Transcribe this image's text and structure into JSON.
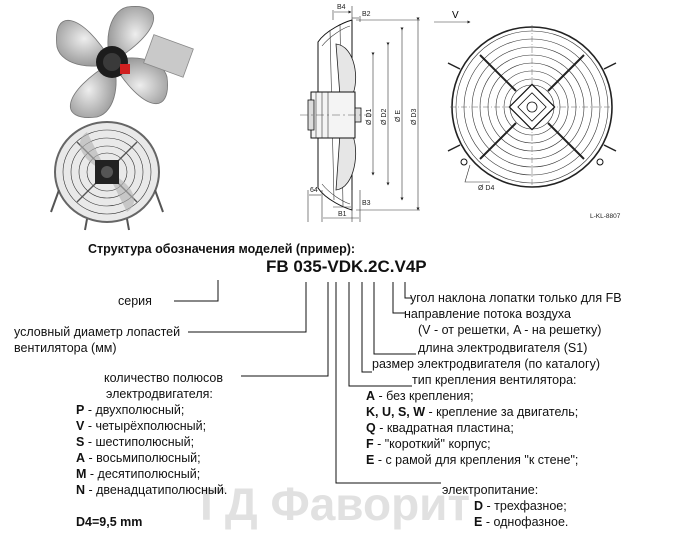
{
  "drawing": {
    "dims": {
      "b4": "B4",
      "b2": "B2",
      "v": "V",
      "d1": "Ø D1",
      "d2": "Ø D2",
      "e": "Ø E",
      "d3": "Ø D3",
      "h64": "64",
      "b3": "B3",
      "b1": "B1",
      "d4": "Ø D4"
    },
    "drawing_code": "L-KL-8807"
  },
  "legend": {
    "heading": "Структура обозначения моделей (пример):",
    "model_code": "FB 035-VDK.2C.V4P",
    "watermark": "ГД Фаворит",
    "d4_note": "D4=9,5 mm",
    "left": {
      "series": "серия",
      "diameter_1": "условный диаметр лопастей",
      "diameter_2": "вентилятора (мм)",
      "poles_1": "количество полюсов",
      "poles_2": "электродвигателя:",
      "pole_items": [
        {
          "key": "P",
          "text": " - двухполюсный;"
        },
        {
          "key": "V",
          "text": " - четырёхполюсный;"
        },
        {
          "key": "S",
          "text": " - шестиполюсный;"
        },
        {
          "key": "A",
          "text": " - восьмиполюсный;"
        },
        {
          "key": "M",
          "text": " - десятиполюсный;"
        },
        {
          "key": "N",
          "text": " - двенадцатиполюсный."
        }
      ]
    },
    "right": {
      "blade_angle": "угол наклона лопатки только для FB",
      "airflow_1": "направление потока воздуха",
      "airflow_2": "(V - от решетки,  A - на решетку)",
      "motor_length": "длина электродвигателя (S1)",
      "motor_size": "размер электродвигателя (по каталогу)",
      "mount_type": "тип крепления вентилятора:",
      "mount_items": [
        {
          "key": "A",
          "text": " - без крепления;"
        },
        {
          "key": "K, U, S, W",
          "text": " - крепление за двигатель;"
        },
        {
          "key": "Q",
          "text": " - квадратная пластина;"
        },
        {
          "key": "F",
          "text": " - \"короткий\" корпус;"
        },
        {
          "key": "E",
          "text": " - с рамой для крепления \"к стене\";"
        }
      ],
      "power": "электропитание:",
      "power_items": [
        {
          "key": "D",
          "text": " - трехфазное;"
        },
        {
          "key": "E",
          "text": " - однофазное."
        }
      ]
    }
  }
}
